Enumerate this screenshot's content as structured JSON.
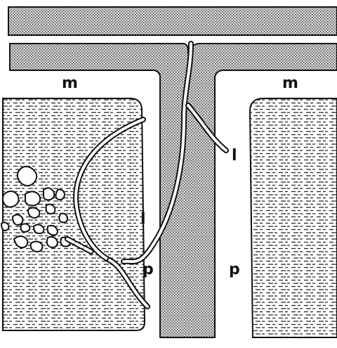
{
  "figure": {
    "labels": {
      "m_left": "m",
      "m_right": "m",
      "l_upper_right": "l",
      "l_center": "l",
      "p_left": "p",
      "p_right": "p"
    },
    "colors": {
      "ink": "#111111",
      "background": "#ffffff",
      "stipple_fill": "#bdbdbd",
      "dash_color": "#333333"
    },
    "regions": [
      "stippled-band-top",
      "stippled-t-shaped-wall",
      "dashed-block-left",
      "dashed-block-right",
      "white-channel-m",
      "white-channel-p"
    ],
    "icons": [
      "cell-cluster"
    ]
  }
}
